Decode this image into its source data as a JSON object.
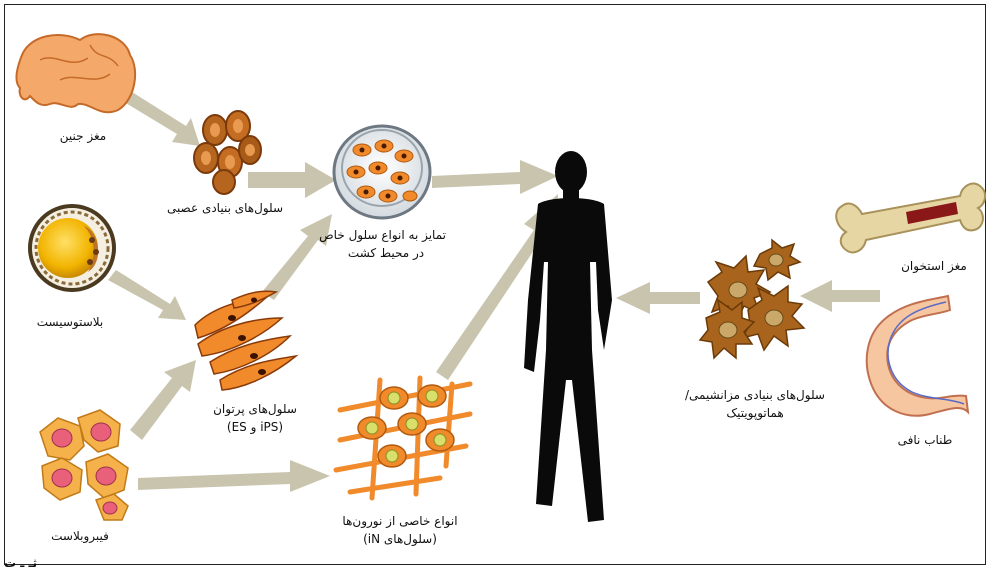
{
  "labels": {
    "fetal_brain": "مغز جنین",
    "neural_stem_cells": "سلول‌های بنیادی عصبی",
    "blastocyst": "بلاستوسیست",
    "pluripotent_line1": "سلول‌های پرتوان",
    "pluripotent_line2": "(ES و iPS)",
    "fibroblast": "فیبروبلاست",
    "differentiation_line1": "تمایز به انواع سلول خاص",
    "differentiation_line2": "در محیط کشت",
    "neurons_line1": "انواع خاصی از نورون‌ها",
    "neurons_line2": "(سلول‌های iN)",
    "bone_marrow": "مغز استخوان",
    "msc_line1": "سلول‌های بنیادی مزانشیمی/",
    "msc_line2": "هماتوپویتیک",
    "umbilical_cord": "طناب نافی",
    "corner_text": "ثـ ـ ت"
  },
  "colors": {
    "arrow": "#c9c4ae",
    "orange_cell": "#f08a2a",
    "brown_cell": "#b5651d",
    "human": "#0a0a0a"
  }
}
